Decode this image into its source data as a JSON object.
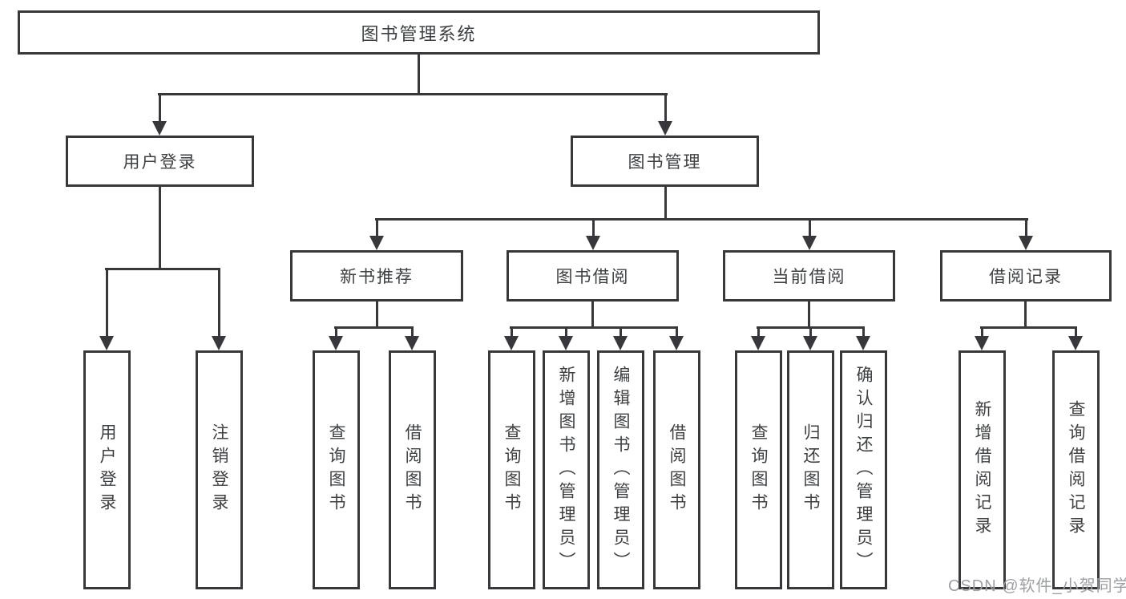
{
  "colors": {
    "line": "#38383c",
    "text": "#3d4043",
    "watermark": "#9da0a3",
    "background": "#ffffff"
  },
  "tree": {
    "root": {
      "label": "图书管理系统"
    },
    "branches": [
      {
        "label": "用户登录",
        "children": [
          {
            "label": "用户登录"
          },
          {
            "label": "注销登录"
          }
        ]
      },
      {
        "label": "图书管理",
        "children": [
          {
            "label": "新书推荐",
            "children": [
              {
                "label": "查询图书"
              },
              {
                "label": "借阅图书"
              }
            ]
          },
          {
            "label": "图书借阅",
            "children": [
              {
                "label": "查询图书"
              },
              {
                "label": "新增图书（管理员）"
              },
              {
                "label": "编辑图书（管理员）"
              },
              {
                "label": "借阅图书"
              }
            ]
          },
          {
            "label": "当前借阅",
            "children": [
              {
                "label": "查询图书"
              },
              {
                "label": "归还图书"
              },
              {
                "label": "确认归还（管理员）"
              }
            ]
          },
          {
            "label": "借阅记录",
            "children": [
              {
                "label": "新增借阅记录"
              },
              {
                "label": "查询借阅记录"
              }
            ]
          }
        ]
      }
    ]
  },
  "watermark": {
    "text": "CSDN @软件_小贺同学"
  }
}
